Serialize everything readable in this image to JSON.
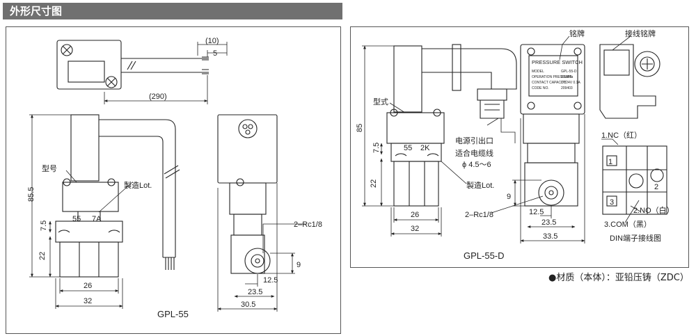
{
  "header": {
    "title": "外形尺寸图"
  },
  "left": {
    "model": "GPL-55",
    "dims": {
      "d10": "10",
      "d5": "5",
      "d290": "(290)",
      "d85_5": "85.5",
      "d7_5": "7.5",
      "d22": "22",
      "d26": "26",
      "d32": "32",
      "d9": "9",
      "d12_5": "12.5",
      "d23_5": "23.5",
      "d30_5": "30.5",
      "d10p": "(10)"
    },
    "labels": {
      "model_label": "型号",
      "lot_label": "製造Lot.",
      "port_label": "2–Rc1/8",
      "code1": "55",
      "code2": "7A"
    }
  },
  "right": {
    "model": "GPL-55-D",
    "dims": {
      "d85": "85",
      "d7_5": "7.5",
      "d22": "22",
      "d26": "26",
      "d32": "32",
      "d9": "9",
      "d12_5": "12.5",
      "d23_5": "23.5",
      "d33_5": "33.5"
    },
    "labels": {
      "model_label": "型式",
      "code1": "55",
      "code2": "2K",
      "cable_exit": "电源引出口",
      "cable_fit": "适合电缆线",
      "cable_dia": "ϕ 4.5～6",
      "lot_label": "製造Lot.",
      "port_label": "2–Rc1/8",
      "nameplate": "铭牌",
      "terminal_plate": "接线铭牌",
      "nc": "1.NC（红）",
      "no": "2.NO（白）",
      "com": "3.COM（黑）",
      "din_title": "DIN端子接线图",
      "t1": "1",
      "t2": "2",
      "t3": "3"
    },
    "plate": {
      "title": "PRESSURE SWITCH",
      "r1a": "MODEL",
      "r1b": "GPL-55-D",
      "r2a": "OPERATION PRESSURE",
      "r2b": "0.5MPa",
      "r3a": "CONTACT CAPACITY",
      "r3b": "DC24V 0.1A",
      "r4a": "CODE NO.",
      "r4b": "209403"
    }
  },
  "footer": {
    "material": "●材质（本体）：亚铅压铸（ZDC）"
  }
}
